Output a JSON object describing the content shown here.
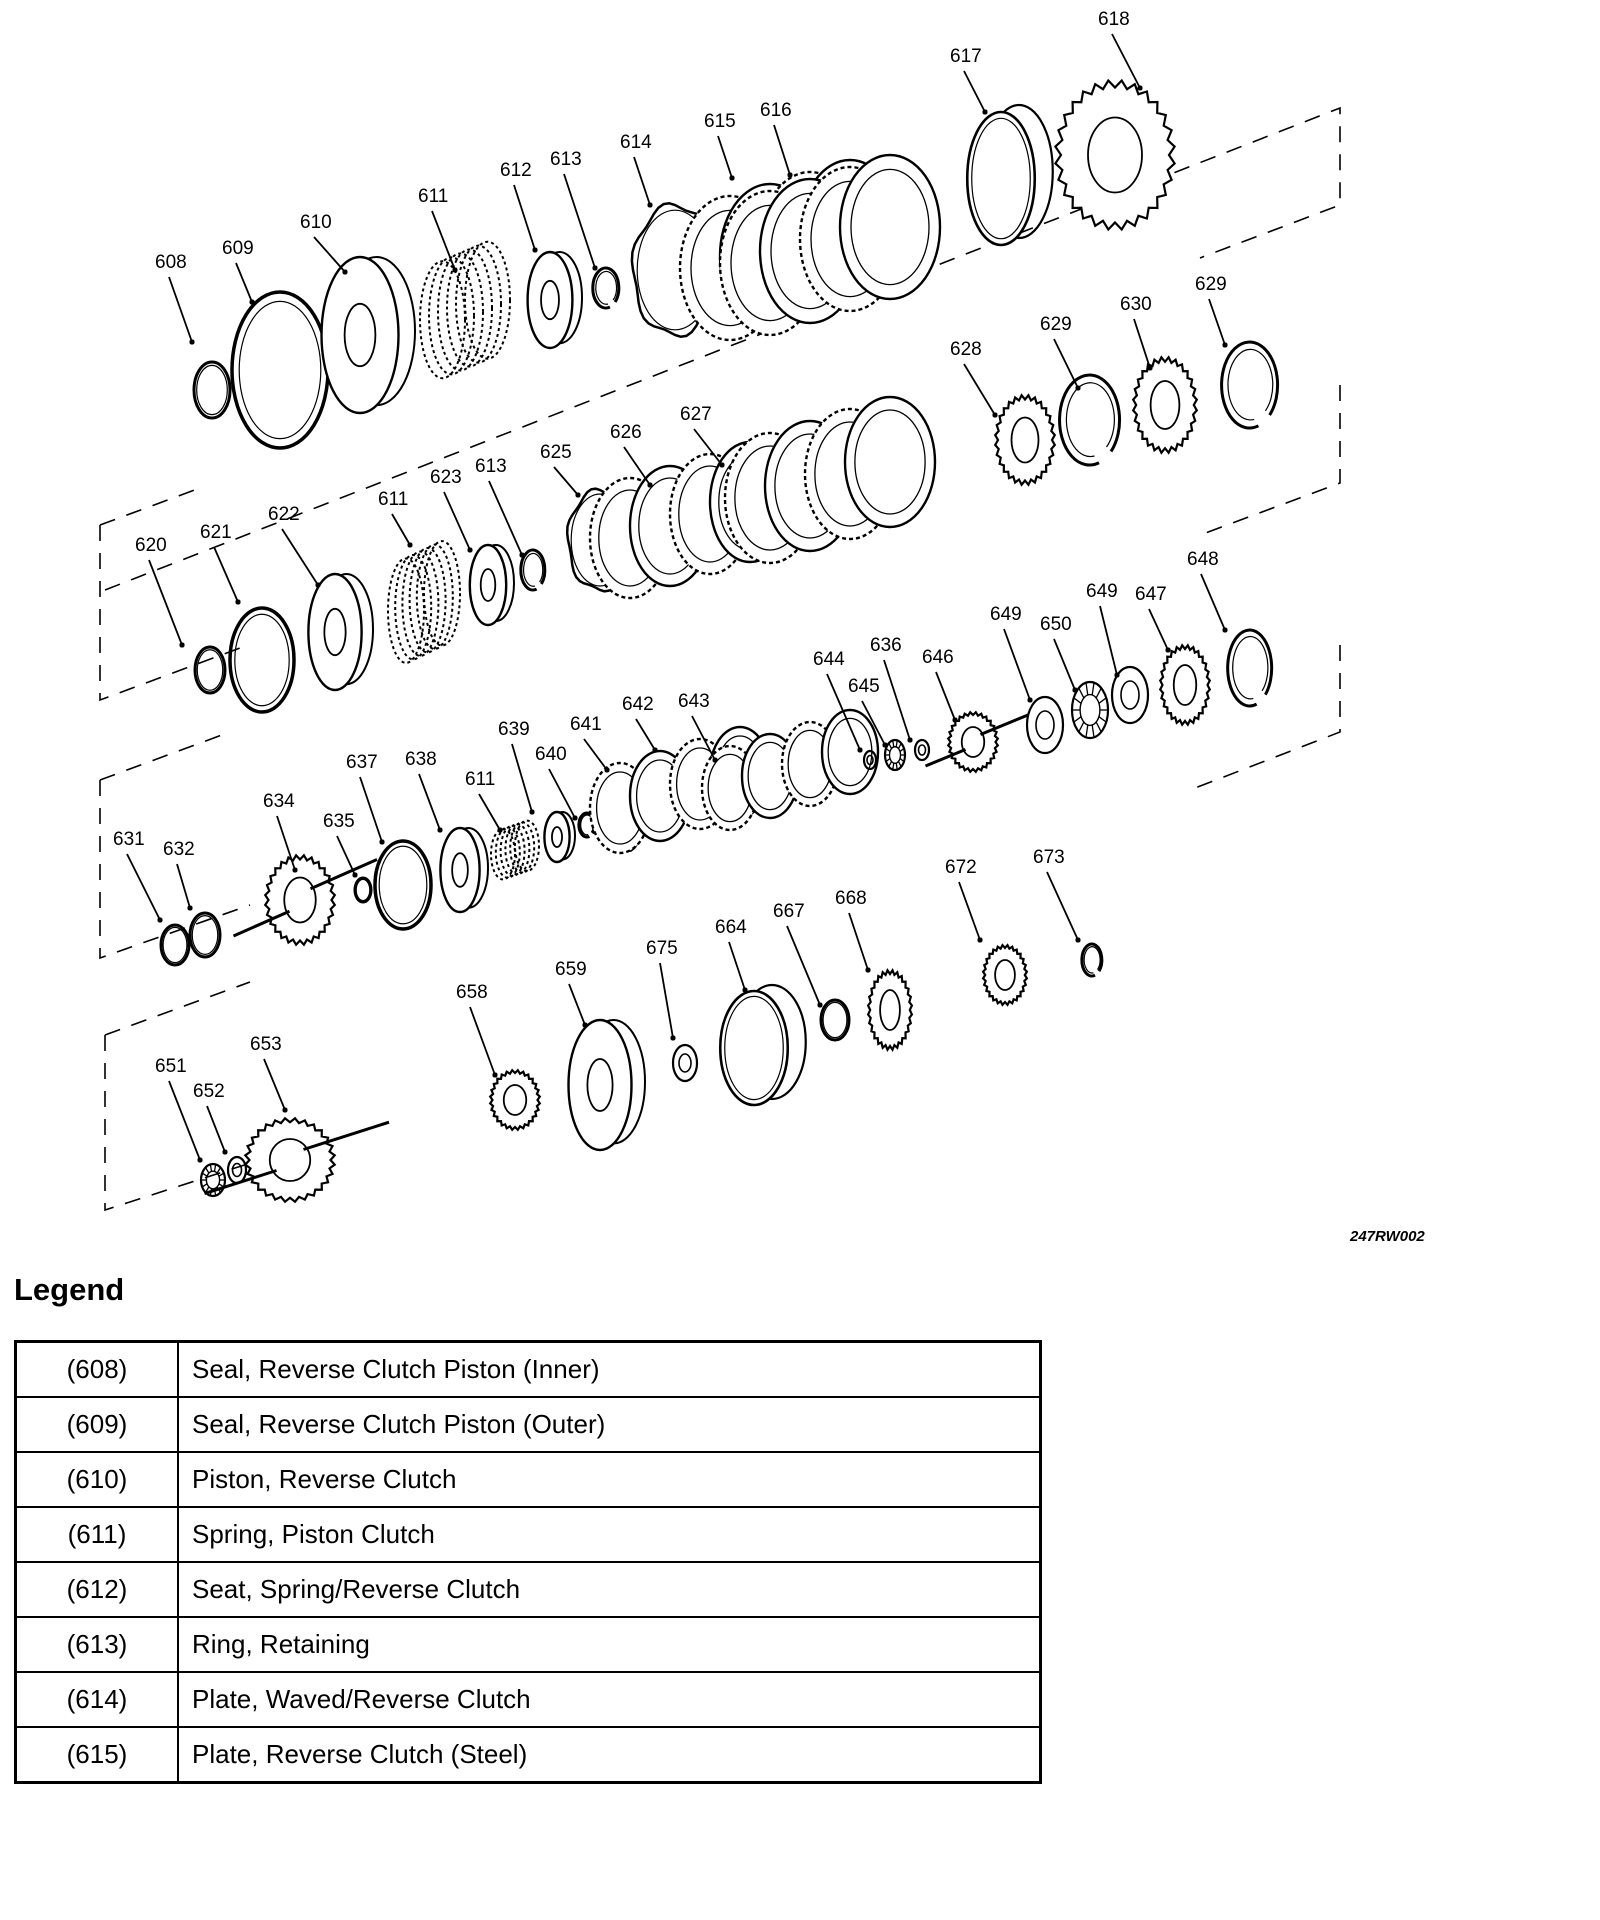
{
  "diagram": {
    "reference": "247RW002",
    "callouts": [
      {
        "label": "608",
        "part": "ring-small"
      },
      {
        "label": "609",
        "part": "ring-large"
      },
      {
        "label": "610",
        "part": "piston"
      },
      {
        "label": "611",
        "part": "spring"
      },
      {
        "label": "612",
        "part": "seat"
      },
      {
        "label": "613",
        "part": "snap-ring"
      },
      {
        "label": "614",
        "part": "wave-plate"
      },
      {
        "label": "615",
        "part": "clutch-pack"
      },
      {
        "label": "616",
        "part": "clutch-pack"
      },
      {
        "label": "617",
        "part": "band"
      },
      {
        "label": "618",
        "part": "drum"
      },
      {
        "label": "620",
        "part": "ring-small"
      },
      {
        "label": "621",
        "part": "ring-large"
      },
      {
        "label": "622",
        "part": "piston"
      },
      {
        "label": "611",
        "part": "spring"
      },
      {
        "label": "623",
        "part": "seat"
      },
      {
        "label": "613",
        "part": "snap-ring"
      },
      {
        "label": "625",
        "part": "wave-plate"
      },
      {
        "label": "626",
        "part": "clutch-pack"
      },
      {
        "label": "627",
        "part": "clutch-pack"
      },
      {
        "label": "628",
        "part": "housing"
      },
      {
        "label": "629",
        "part": "snap-ring"
      },
      {
        "label": "630",
        "part": "gear-ring"
      },
      {
        "label": "629",
        "part": "snap-ring"
      },
      {
        "label": "631",
        "part": "ring-small"
      },
      {
        "label": "632",
        "part": "ring-small"
      },
      {
        "label": "634",
        "part": "gear-shaft"
      },
      {
        "label": "635",
        "part": "ring-small"
      },
      {
        "label": "637",
        "part": "ring-large"
      },
      {
        "label": "638",
        "part": "piston"
      },
      {
        "label": "611",
        "part": "spring"
      },
      {
        "label": "639",
        "part": "seat"
      },
      {
        "label": "640",
        "part": "snap-ring"
      },
      {
        "label": "641",
        "part": "wave-plate"
      },
      {
        "label": "642",
        "part": "clutch-pack"
      },
      {
        "label": "643",
        "part": "clutch-pack"
      },
      {
        "label": "644",
        "part": "washer"
      },
      {
        "label": "645",
        "part": "bearing"
      },
      {
        "label": "636",
        "part": "washer"
      },
      {
        "label": "646",
        "part": "sun-gear"
      },
      {
        "label": "649",
        "part": "washer"
      },
      {
        "label": "650",
        "part": "bearing"
      },
      {
        "label": "649",
        "part": "washer"
      },
      {
        "label": "647",
        "part": "gear-ring"
      },
      {
        "label": "648",
        "part": "snap-ring"
      },
      {
        "label": "651",
        "part": "bearing"
      },
      {
        "label": "652",
        "part": "washer"
      },
      {
        "label": "653",
        "part": "carrier-shaft"
      },
      {
        "label": "658",
        "part": "gear-small"
      },
      {
        "label": "659",
        "part": "housing-cup"
      },
      {
        "label": "675",
        "part": "washer"
      },
      {
        "label": "664",
        "part": "band"
      },
      {
        "label": "667",
        "part": "ring-small"
      },
      {
        "label": "668",
        "part": "sprocket"
      },
      {
        "label": "672",
        "part": "gear-small"
      },
      {
        "label": "673",
        "part": "snap-ring"
      }
    ]
  },
  "legend": {
    "title": "Legend",
    "rows": [
      {
        "num": "(608)",
        "desc": "Seal, Reverse Clutch Piston (Inner)"
      },
      {
        "num": "(609)",
        "desc": "Seal, Reverse Clutch Piston (Outer)"
      },
      {
        "num": "(610)",
        "desc": "Piston, Reverse Clutch"
      },
      {
        "num": "(611)",
        "desc": "Spring, Piston Clutch"
      },
      {
        "num": "(612)",
        "desc": "Seat, Spring/Reverse Clutch"
      },
      {
        "num": "(613)",
        "desc": "Ring, Retaining"
      },
      {
        "num": "(614)",
        "desc": "Plate, Waved/Reverse Clutch"
      },
      {
        "num": "(615)",
        "desc": "Plate, Reverse Clutch (Steel)"
      }
    ]
  }
}
